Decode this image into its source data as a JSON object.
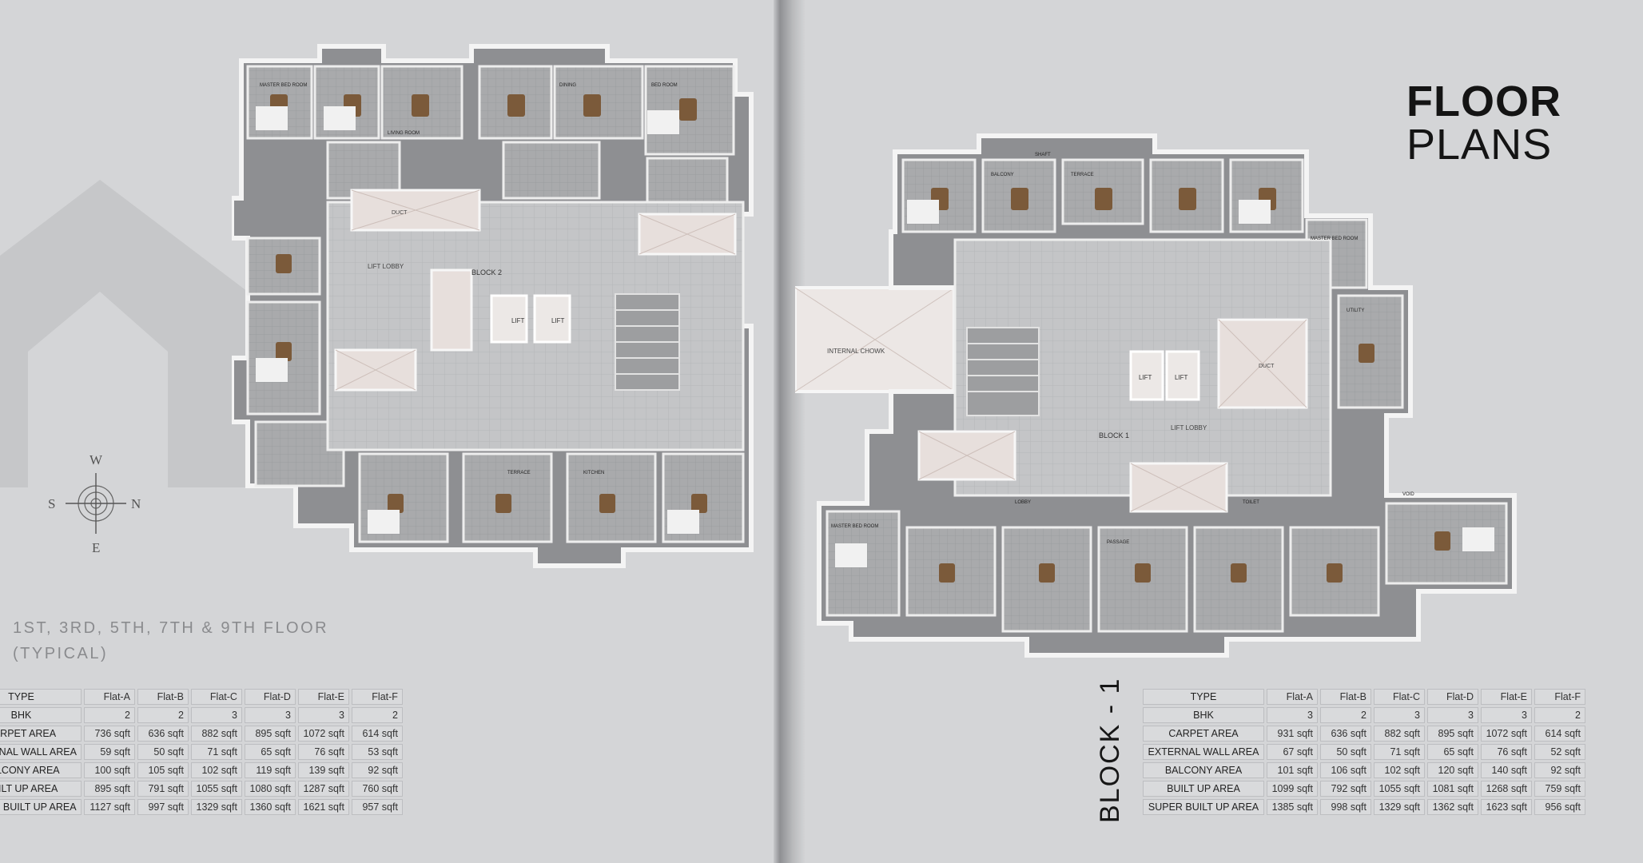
{
  "title": {
    "line1": "FLOOR",
    "line2": "PLANS"
  },
  "left_page": {
    "floor_label_1": "1ST, 3RD, 5TH, 7TH & 9TH FLOOR",
    "floor_label_2": "(TYPICAL)",
    "compass": {
      "w": "W",
      "s": "S",
      "n": "N",
      "e": "E"
    },
    "plan_label": "BLOCK 2"
  },
  "right_page": {
    "block_label": "BLOCK - 1",
    "plan_label": "BLOCK 1",
    "internal_label": "INTERNAL CHOWK"
  },
  "plan_labels": {
    "lift": "LIFT",
    "duct": "DUCT",
    "shaft": "SHAFT",
    "lift_lobby": "LIFT LOBBY",
    "master_bed": "MASTER BED ROOM",
    "bed": "BED ROOM",
    "living": "LIVING ROOM",
    "dining": "DINING",
    "kitchen": "KITCHEN",
    "toilet": "TOILET",
    "balcony": "BALCONY",
    "terrace": "TERRACE",
    "passage": "PASSAGE",
    "utility": "UTILITY",
    "void": "VOID",
    "lobby": "LOBBY"
  },
  "table_left": {
    "headers": [
      "TYPE",
      "Flat-A",
      "Flat-B",
      "Flat-C",
      "Flat-D",
      "Flat-E",
      "Flat-F"
    ],
    "rows": [
      {
        "label": "BHK",
        "values": [
          "2",
          "2",
          "3",
          "3",
          "3",
          "2"
        ]
      },
      {
        "label": "CARPET AREA",
        "values": [
          "736 sqft",
          "636 sqft",
          "882 sqft",
          "895 sqft",
          "1072 sqft",
          "614 sqft"
        ]
      },
      {
        "label": "EXTERNAL WALL AREA",
        "values": [
          "59 sqft",
          "50 sqft",
          "71 sqft",
          "65 sqft",
          "76 sqft",
          "53 sqft"
        ]
      },
      {
        "label": "BALCONY AREA",
        "values": [
          "100 sqft",
          "105 sqft",
          "102 sqft",
          "119 sqft",
          "139 sqft",
          "92 sqft"
        ]
      },
      {
        "label": "BUILT UP AREA",
        "values": [
          "895 sqft",
          "791 sqft",
          "1055 sqft",
          "1080 sqft",
          "1287 sqft",
          "760 sqft"
        ]
      },
      {
        "label": "SUPER BUILT UP AREA",
        "values": [
          "1127 sqft",
          "997 sqft",
          "1329 sqft",
          "1360 sqft",
          "1621 sqft",
          "957 sqft"
        ]
      }
    ]
  },
  "table_right": {
    "headers": [
      "TYPE",
      "Flat-A",
      "Flat-B",
      "Flat-C",
      "Flat-D",
      "Flat-E",
      "Flat-F"
    ],
    "rows": [
      {
        "label": "BHK",
        "values": [
          "3",
          "2",
          "3",
          "3",
          "3",
          "2"
        ]
      },
      {
        "label": "CARPET AREA",
        "values": [
          "931 sqft",
          "636 sqft",
          "882 sqft",
          "895 sqft",
          "1072 sqft",
          "614 sqft"
        ]
      },
      {
        "label": "EXTERNAL WALL AREA",
        "values": [
          "67 sqft",
          "50 sqft",
          "71 sqft",
          "65 sqft",
          "76 sqft",
          "52 sqft"
        ]
      },
      {
        "label": "BALCONY AREA",
        "values": [
          "101 sqft",
          "106 sqft",
          "102 sqft",
          "120 sqft",
          "140 sqft",
          "92 sqft"
        ]
      },
      {
        "label": "BUILT UP AREA",
        "values": [
          "1099 sqft",
          "792 sqft",
          "1055 sqft",
          "1081 sqft",
          "1268 sqft",
          "759 sqft"
        ]
      },
      {
        "label": "SUPER BUILT UP AREA",
        "values": [
          "1385 sqft",
          "998 sqft",
          "1329 sqft",
          "1362 sqft",
          "1623 sqft",
          "956 sqft"
        ]
      }
    ]
  }
}
